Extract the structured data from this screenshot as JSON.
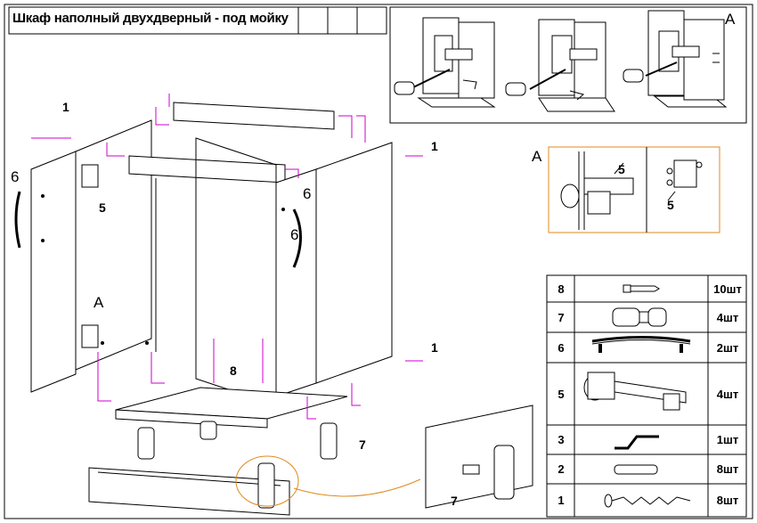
{
  "title": "Шкаф наполный двухдверный - под мойку",
  "callouts": {
    "part1_top_left": "1",
    "part1_right_top": "1",
    "part1_right_bottom": "1",
    "part6_left": "6",
    "part6_right_a": "6",
    "part6_right_b": "6",
    "part5_left": "5",
    "detailA_left": "A",
    "part8": "8",
    "part7_leg": "7",
    "part7_inset": "7",
    "detailA_top": "A",
    "detailA_mid": "A",
    "part5_mid_a": "5",
    "part5_mid_b": "5"
  },
  "parts_table": {
    "rows": [
      {
        "num": "8",
        "qty": "10шт",
        "icon": "nail-icon"
      },
      {
        "num": "7",
        "qty": "4шт",
        "icon": "leg-connector-icon"
      },
      {
        "num": "6",
        "qty": "2шт",
        "icon": "handle-icon"
      },
      {
        "num": "5",
        "qty": "4шт",
        "icon": "hinge-icon"
      },
      {
        "num": "3",
        "qty": "1шт",
        "icon": "hex-key-icon"
      },
      {
        "num": "2",
        "qty": "8шт",
        "icon": "dowel-icon"
      },
      {
        "num": "1",
        "qty": "8шт",
        "icon": "screw-icon"
      }
    ]
  },
  "colors": {
    "line": "#000000",
    "dimension": "#cc00cc",
    "detail_border": "#e08a1e"
  }
}
